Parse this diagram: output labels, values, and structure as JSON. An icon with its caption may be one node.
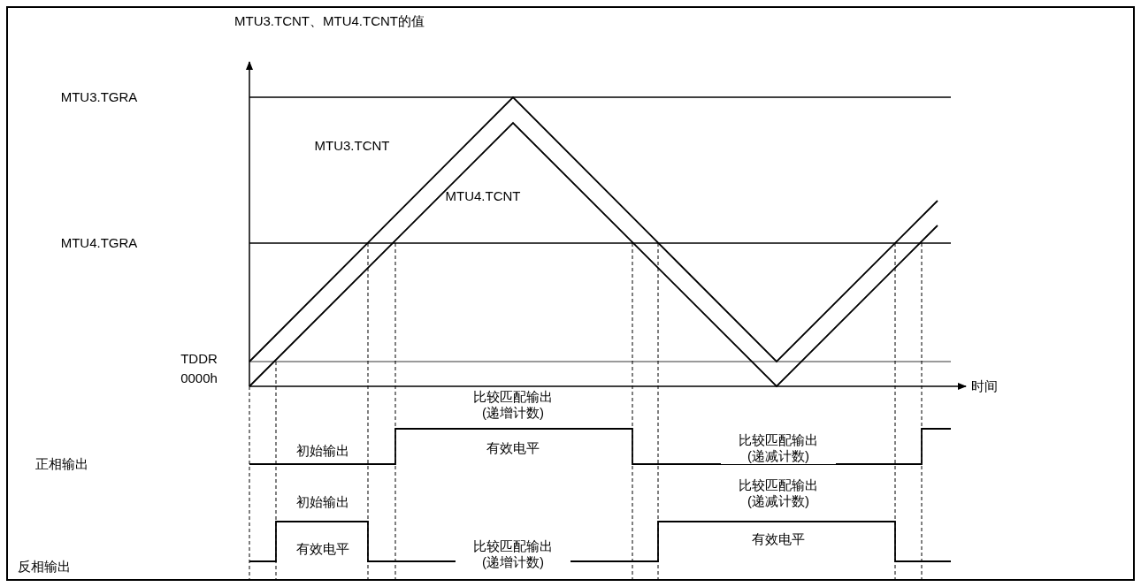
{
  "diagram": {
    "labels": [
      "MTU3.TCNT、MTU4.TCNT的值",
      "MTU3.TGRA",
      "MTU3.TCNT",
      "MTU4.TCNT",
      "MTU4.TGRA",
      "TDDR",
      "0000h",
      "时间",
      "比较匹配输出 (递增计数)",
      "正相输出",
      "初始输出",
      "有效电平",
      "比较匹配输出 (递减计数)",
      "比较匹配输出 (递减计数)",
      "初始输出",
      "反相输出",
      "有效电平",
      "比较匹配输出 (递增计数)",
      "有效电平"
    ]
  }
}
